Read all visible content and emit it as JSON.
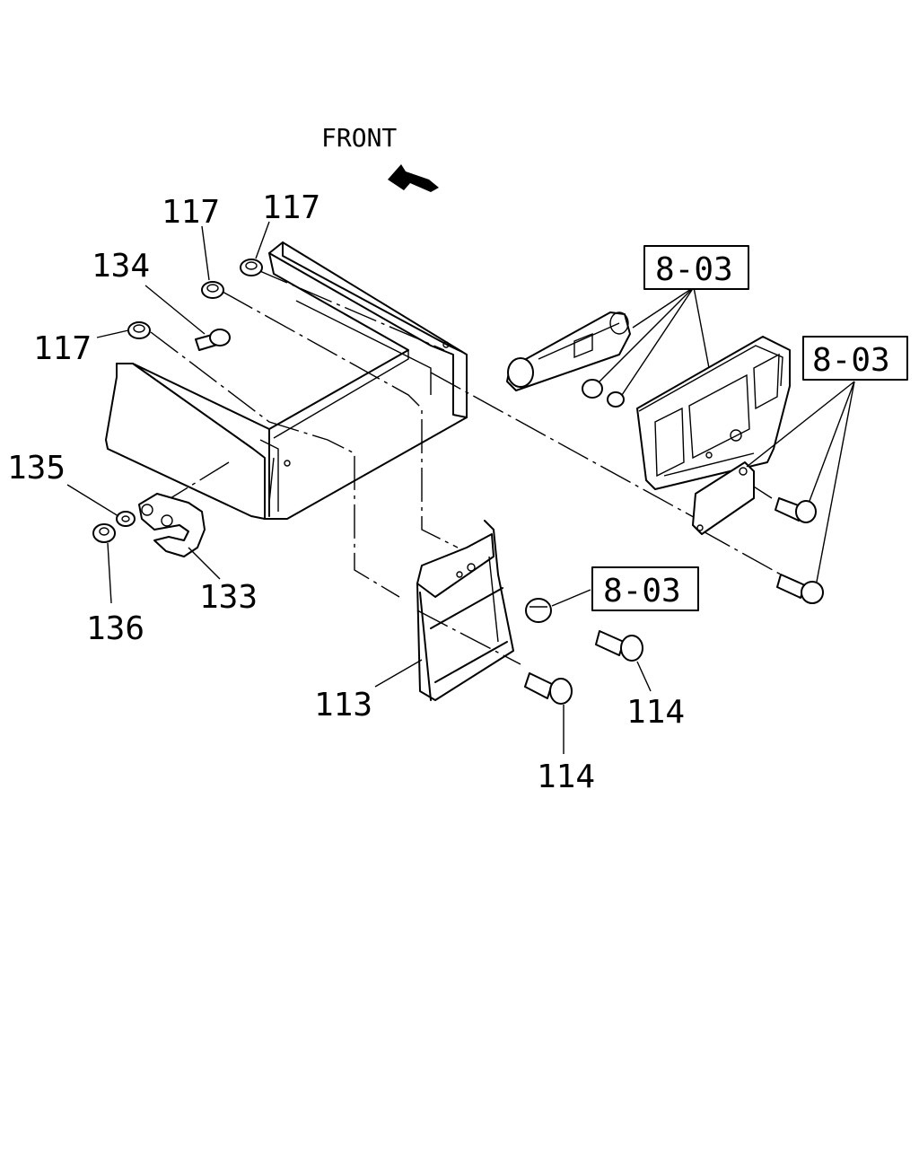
{
  "direction_label": "FRONT",
  "callouts": {
    "c117a": "117",
    "c117b": "117",
    "c117c": "117",
    "c134": "134",
    "c135": "135",
    "c136": "136",
    "c133": "133",
    "c113": "113",
    "c114a": "114",
    "c114b": "114"
  },
  "references": {
    "r1": "8-03",
    "r2": "8-03",
    "r3": "8-03"
  }
}
